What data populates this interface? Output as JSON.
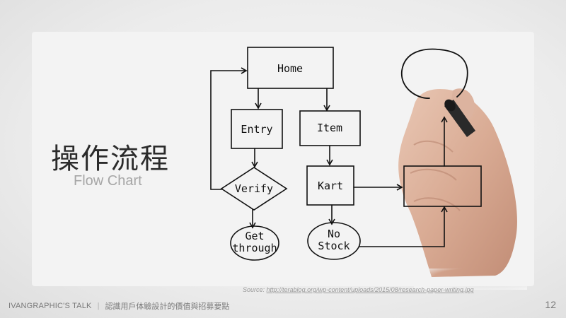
{
  "slide": {
    "title": "操作流程",
    "subtitle": "Flow Chart",
    "source_prefix": "Source: ",
    "source_url": "http://terablog.org/wp-content/uploads/2015/08/research-paper-writing.jpg",
    "footer_brand": "IVANGRAPHIC'S TALK",
    "footer_separator": "|",
    "footer_topic": "認識用戶体驗設計的價值與招募要點",
    "page_number": "12"
  },
  "flowchart": {
    "home": "Home",
    "entry": "Entry",
    "item": "Item",
    "verify": "Verify",
    "kart": "Kart",
    "get_line1": "Get",
    "get_line2": "through",
    "no_stock_line1": "No",
    "no_stock_line2": "Stock"
  },
  "colors": {
    "ink": "#111111",
    "title": "#2b2b2b",
    "subtitle": "#a6a6a6"
  }
}
